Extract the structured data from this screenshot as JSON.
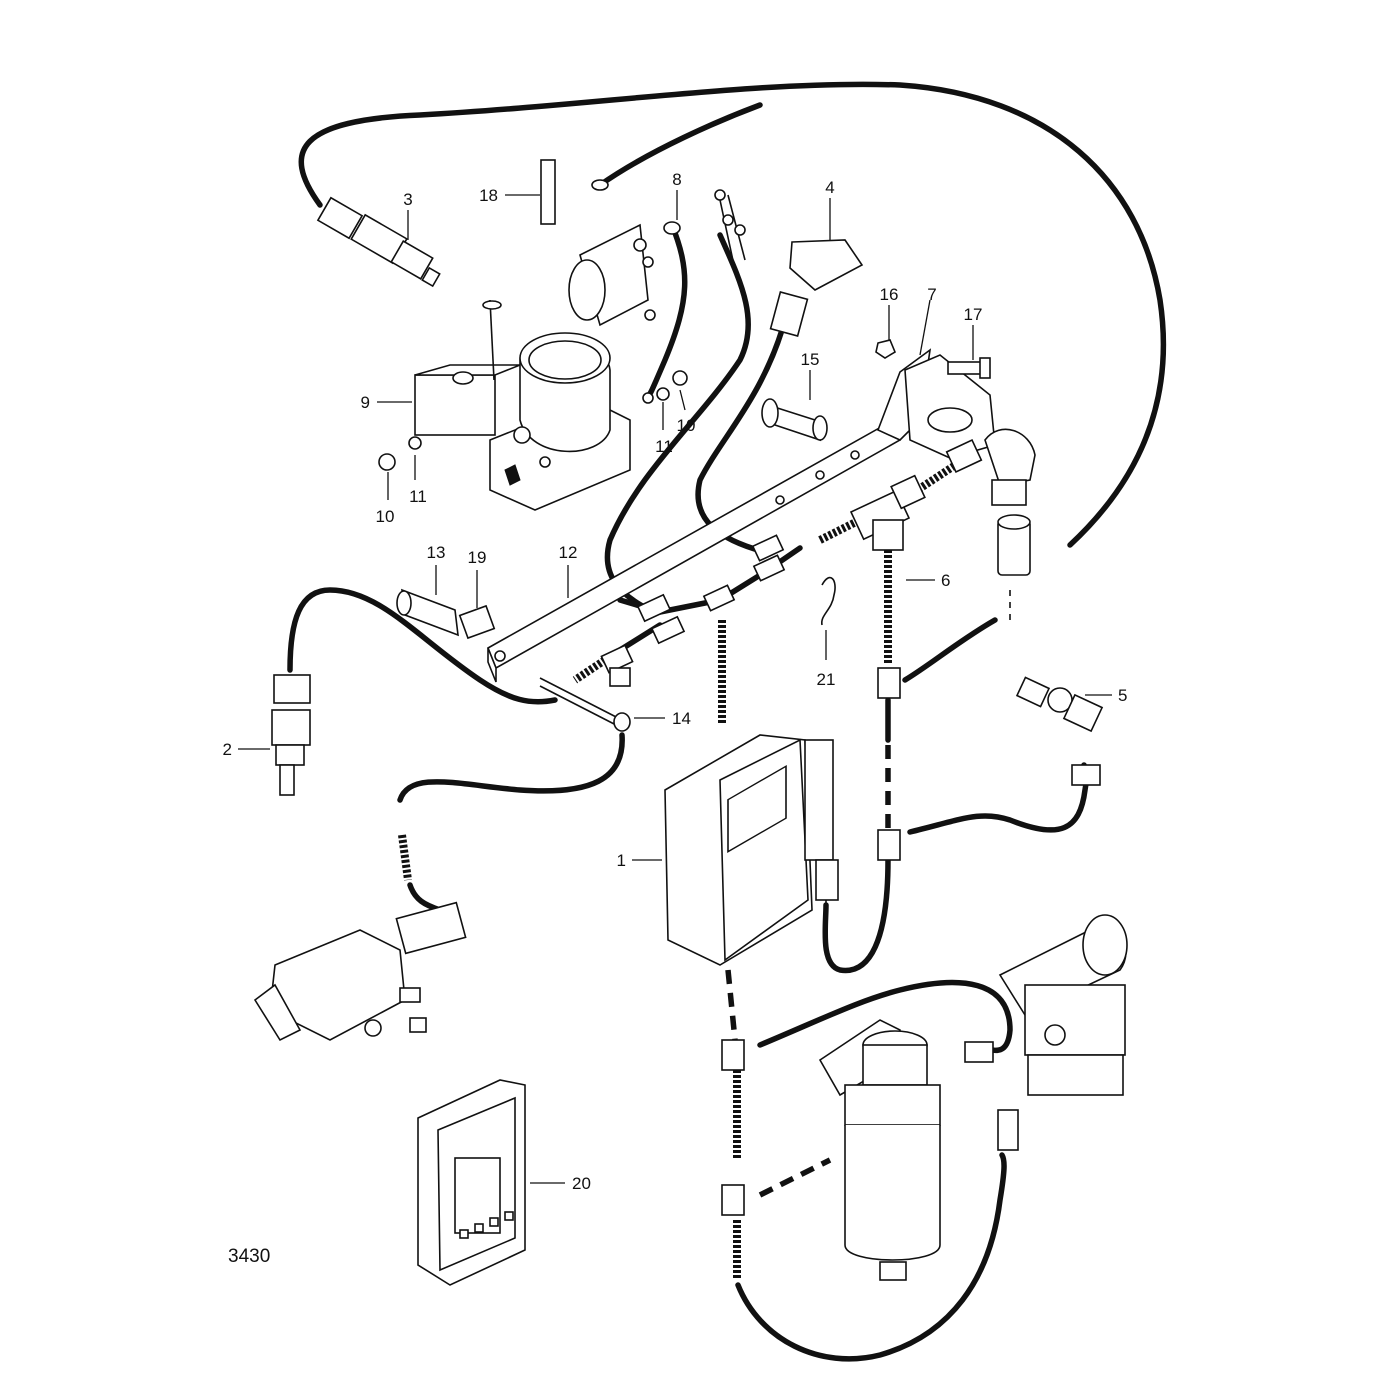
{
  "figure_code": "3430",
  "callouts": [
    {
      "id": "c1",
      "text": "1"
    },
    {
      "id": "c2",
      "text": "2"
    },
    {
      "id": "c3",
      "text": "3"
    },
    {
      "id": "c4",
      "text": "4"
    },
    {
      "id": "c5",
      "text": "5"
    },
    {
      "id": "c6",
      "text": "6"
    },
    {
      "id": "c7",
      "text": "7"
    },
    {
      "id": "c8",
      "text": "8"
    },
    {
      "id": "c9",
      "text": "9"
    },
    {
      "id": "c10a",
      "text": "10"
    },
    {
      "id": "c10b",
      "text": "10"
    },
    {
      "id": "c11a",
      "text": "11"
    },
    {
      "id": "c11b",
      "text": "11"
    },
    {
      "id": "c12",
      "text": "12"
    },
    {
      "id": "c13",
      "text": "13"
    },
    {
      "id": "c14",
      "text": "14"
    },
    {
      "id": "c15",
      "text": "15"
    },
    {
      "id": "c16",
      "text": "16"
    },
    {
      "id": "c17",
      "text": "17"
    },
    {
      "id": "c18",
      "text": "18"
    },
    {
      "id": "c19",
      "text": "19"
    },
    {
      "id": "c20",
      "text": "20"
    },
    {
      "id": "c21",
      "text": "21"
    }
  ]
}
